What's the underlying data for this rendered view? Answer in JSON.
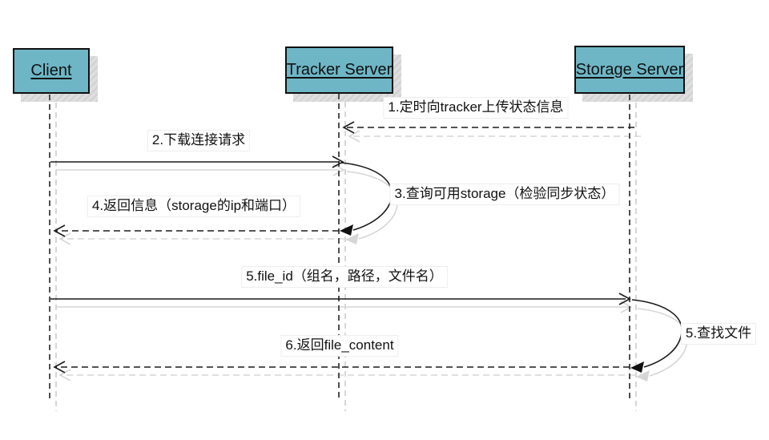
{
  "colors": {
    "actor_fill": "#6eb6c6",
    "actor_border": "#101010",
    "shadow": "#d9d9d9",
    "lifeline": "#4f4f4f",
    "arrow": "#1c1c1c",
    "arrow_shadow": "#d6d6d6"
  },
  "actors": [
    {
      "label": "Client"
    },
    {
      "label": "Tracker Server"
    },
    {
      "label": "Storage Server"
    }
  ],
  "messages": [
    {
      "label": "1.定时向tracker上传状态信息",
      "from": "Storage Server",
      "to": "Tracker Server",
      "line": "dashed"
    },
    {
      "label": "2.下载连接请求",
      "from": "Client",
      "to": "Tracker Server",
      "line": "solid"
    },
    {
      "label": "3.查询可用storage（检验同步状态）",
      "from": "Tracker Server",
      "to": "Tracker Server",
      "line": "self-loop"
    },
    {
      "label": "4.返回信息（storage的ip和端口）",
      "from": "Tracker Server",
      "to": "Client",
      "line": "dashed"
    },
    {
      "label": "5.file_id（组名，路径，文件名）",
      "from": "Client",
      "to": "Storage Server",
      "line": "solid"
    },
    {
      "label": "5.查找文件",
      "from": "Storage Server",
      "to": "Storage Server",
      "line": "self-loop"
    },
    {
      "label": "6.返回file_content",
      "from": "Storage Server",
      "to": "Client",
      "line": "dashed"
    }
  ]
}
